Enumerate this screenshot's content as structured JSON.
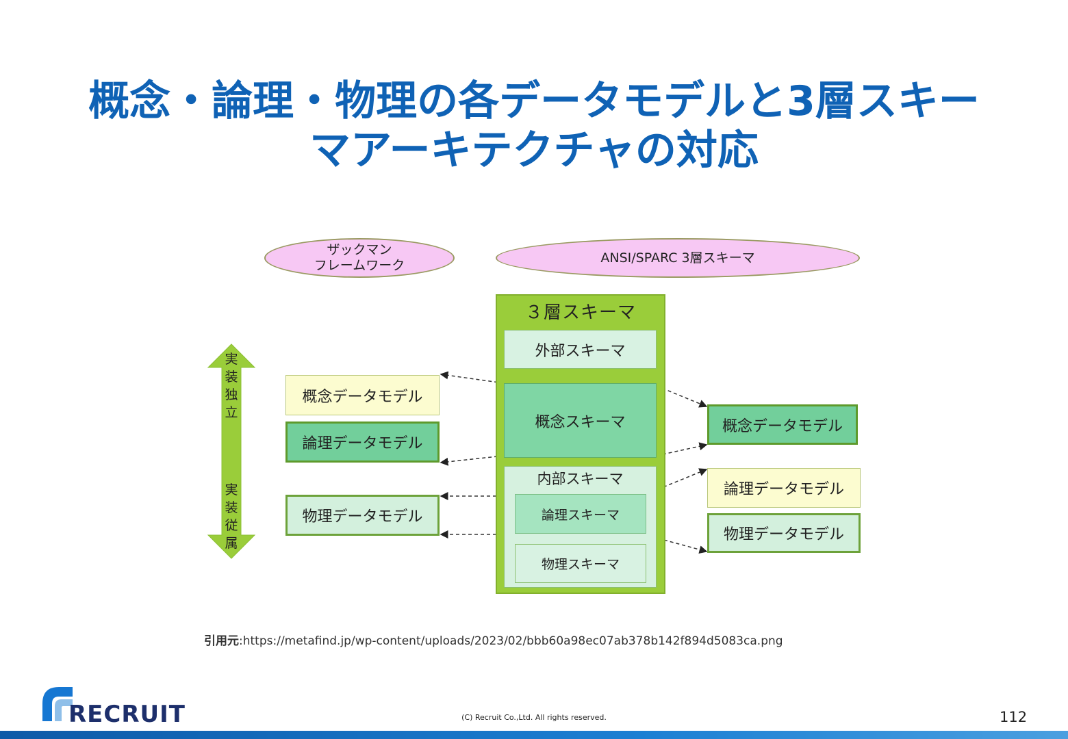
{
  "slide": {
    "title_line1": "概念・論理・物理の各データモデルと3層スキー",
    "title_line2": "マアーキテクチャの対応",
    "citation_label": "引用元",
    "citation_sep": ":",
    "citation_url": "https://metafind.jp/wp-content/uploads/2023/02/bbb60a98ec07ab378b142f894d5083ca.png",
    "copyright": "(C) Recruit Co.,Ltd. All rights reserved.",
    "page_number": "112",
    "logo_text": "RECRUIT"
  },
  "diagram": {
    "zachman_line1": "ザックマン",
    "zachman_line2": "フレームワーク",
    "ansi_label": "ANSI/SPARC 3層スキーマ",
    "arrow_top": [
      "実",
      "装",
      "独",
      "立"
    ],
    "arrow_bottom": [
      "実",
      "装",
      "従",
      "属"
    ],
    "left_models": {
      "conceptual": "概念データモデル",
      "logical": "論理データモデル",
      "physical": "物理データモデル"
    },
    "schema": {
      "title": "３層スキーマ",
      "external": "外部スキーマ",
      "conceptual": "概念スキーマ",
      "internal": "内部スキーマ",
      "logical": "論理スキーマ",
      "physical": "物理スキーマ"
    },
    "right_models": {
      "conceptual": "概念データモデル",
      "logical": "論理データモデル",
      "physical": "物理データモデル"
    },
    "colors": {
      "title": "#0f62b5",
      "ellipse_fill": "#f7c8f4",
      "schema_green": "#9acd3a",
      "strong_green": "#72cf9b",
      "light_green": "#d3f0dd",
      "yellow": "#fcfcd0"
    }
  }
}
